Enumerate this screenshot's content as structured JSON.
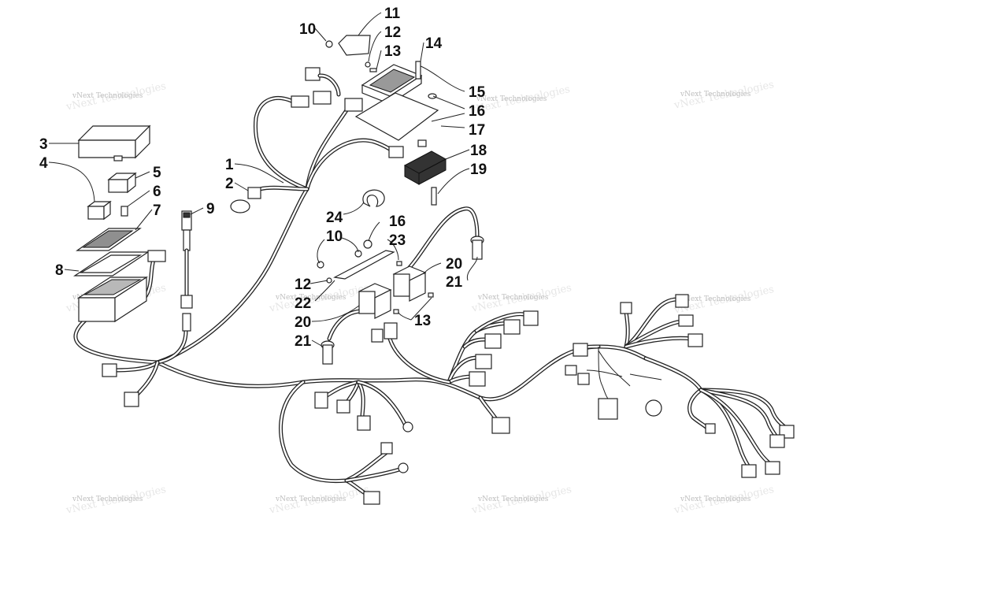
{
  "diagram": {
    "callouts": [
      {
        "id": "c1",
        "text": "1"
      },
      {
        "id": "c2",
        "text": "2"
      },
      {
        "id": "c3",
        "text": "3"
      },
      {
        "id": "c4",
        "text": "4"
      },
      {
        "id": "c5",
        "text": "5"
      },
      {
        "id": "c6",
        "text": "6"
      },
      {
        "id": "c7",
        "text": "7"
      },
      {
        "id": "c8",
        "text": "8"
      },
      {
        "id": "c9",
        "text": "9"
      },
      {
        "id": "c10a",
        "text": "10"
      },
      {
        "id": "c11",
        "text": "11"
      },
      {
        "id": "c12a",
        "text": "12"
      },
      {
        "id": "c13a",
        "text": "13"
      },
      {
        "id": "c14",
        "text": "14"
      },
      {
        "id": "c15",
        "text": "15"
      },
      {
        "id": "c16a",
        "text": "16"
      },
      {
        "id": "c17",
        "text": "17"
      },
      {
        "id": "c18",
        "text": "18"
      },
      {
        "id": "c19",
        "text": "19"
      },
      {
        "id": "c24",
        "text": "24"
      },
      {
        "id": "c16b",
        "text": "16"
      },
      {
        "id": "c10b",
        "text": "10"
      },
      {
        "id": "c23",
        "text": "23"
      },
      {
        "id": "c20a",
        "text": "20"
      },
      {
        "id": "c21a",
        "text": "21"
      },
      {
        "id": "c12b",
        "text": "12"
      },
      {
        "id": "c22",
        "text": "22"
      },
      {
        "id": "c20b",
        "text": "20"
      },
      {
        "id": "c13b",
        "text": "13"
      },
      {
        "id": "c21b",
        "text": "21"
      }
    ],
    "watermark": {
      "line1": "vNext Technologies",
      "line2": "vNext Technologies"
    }
  }
}
